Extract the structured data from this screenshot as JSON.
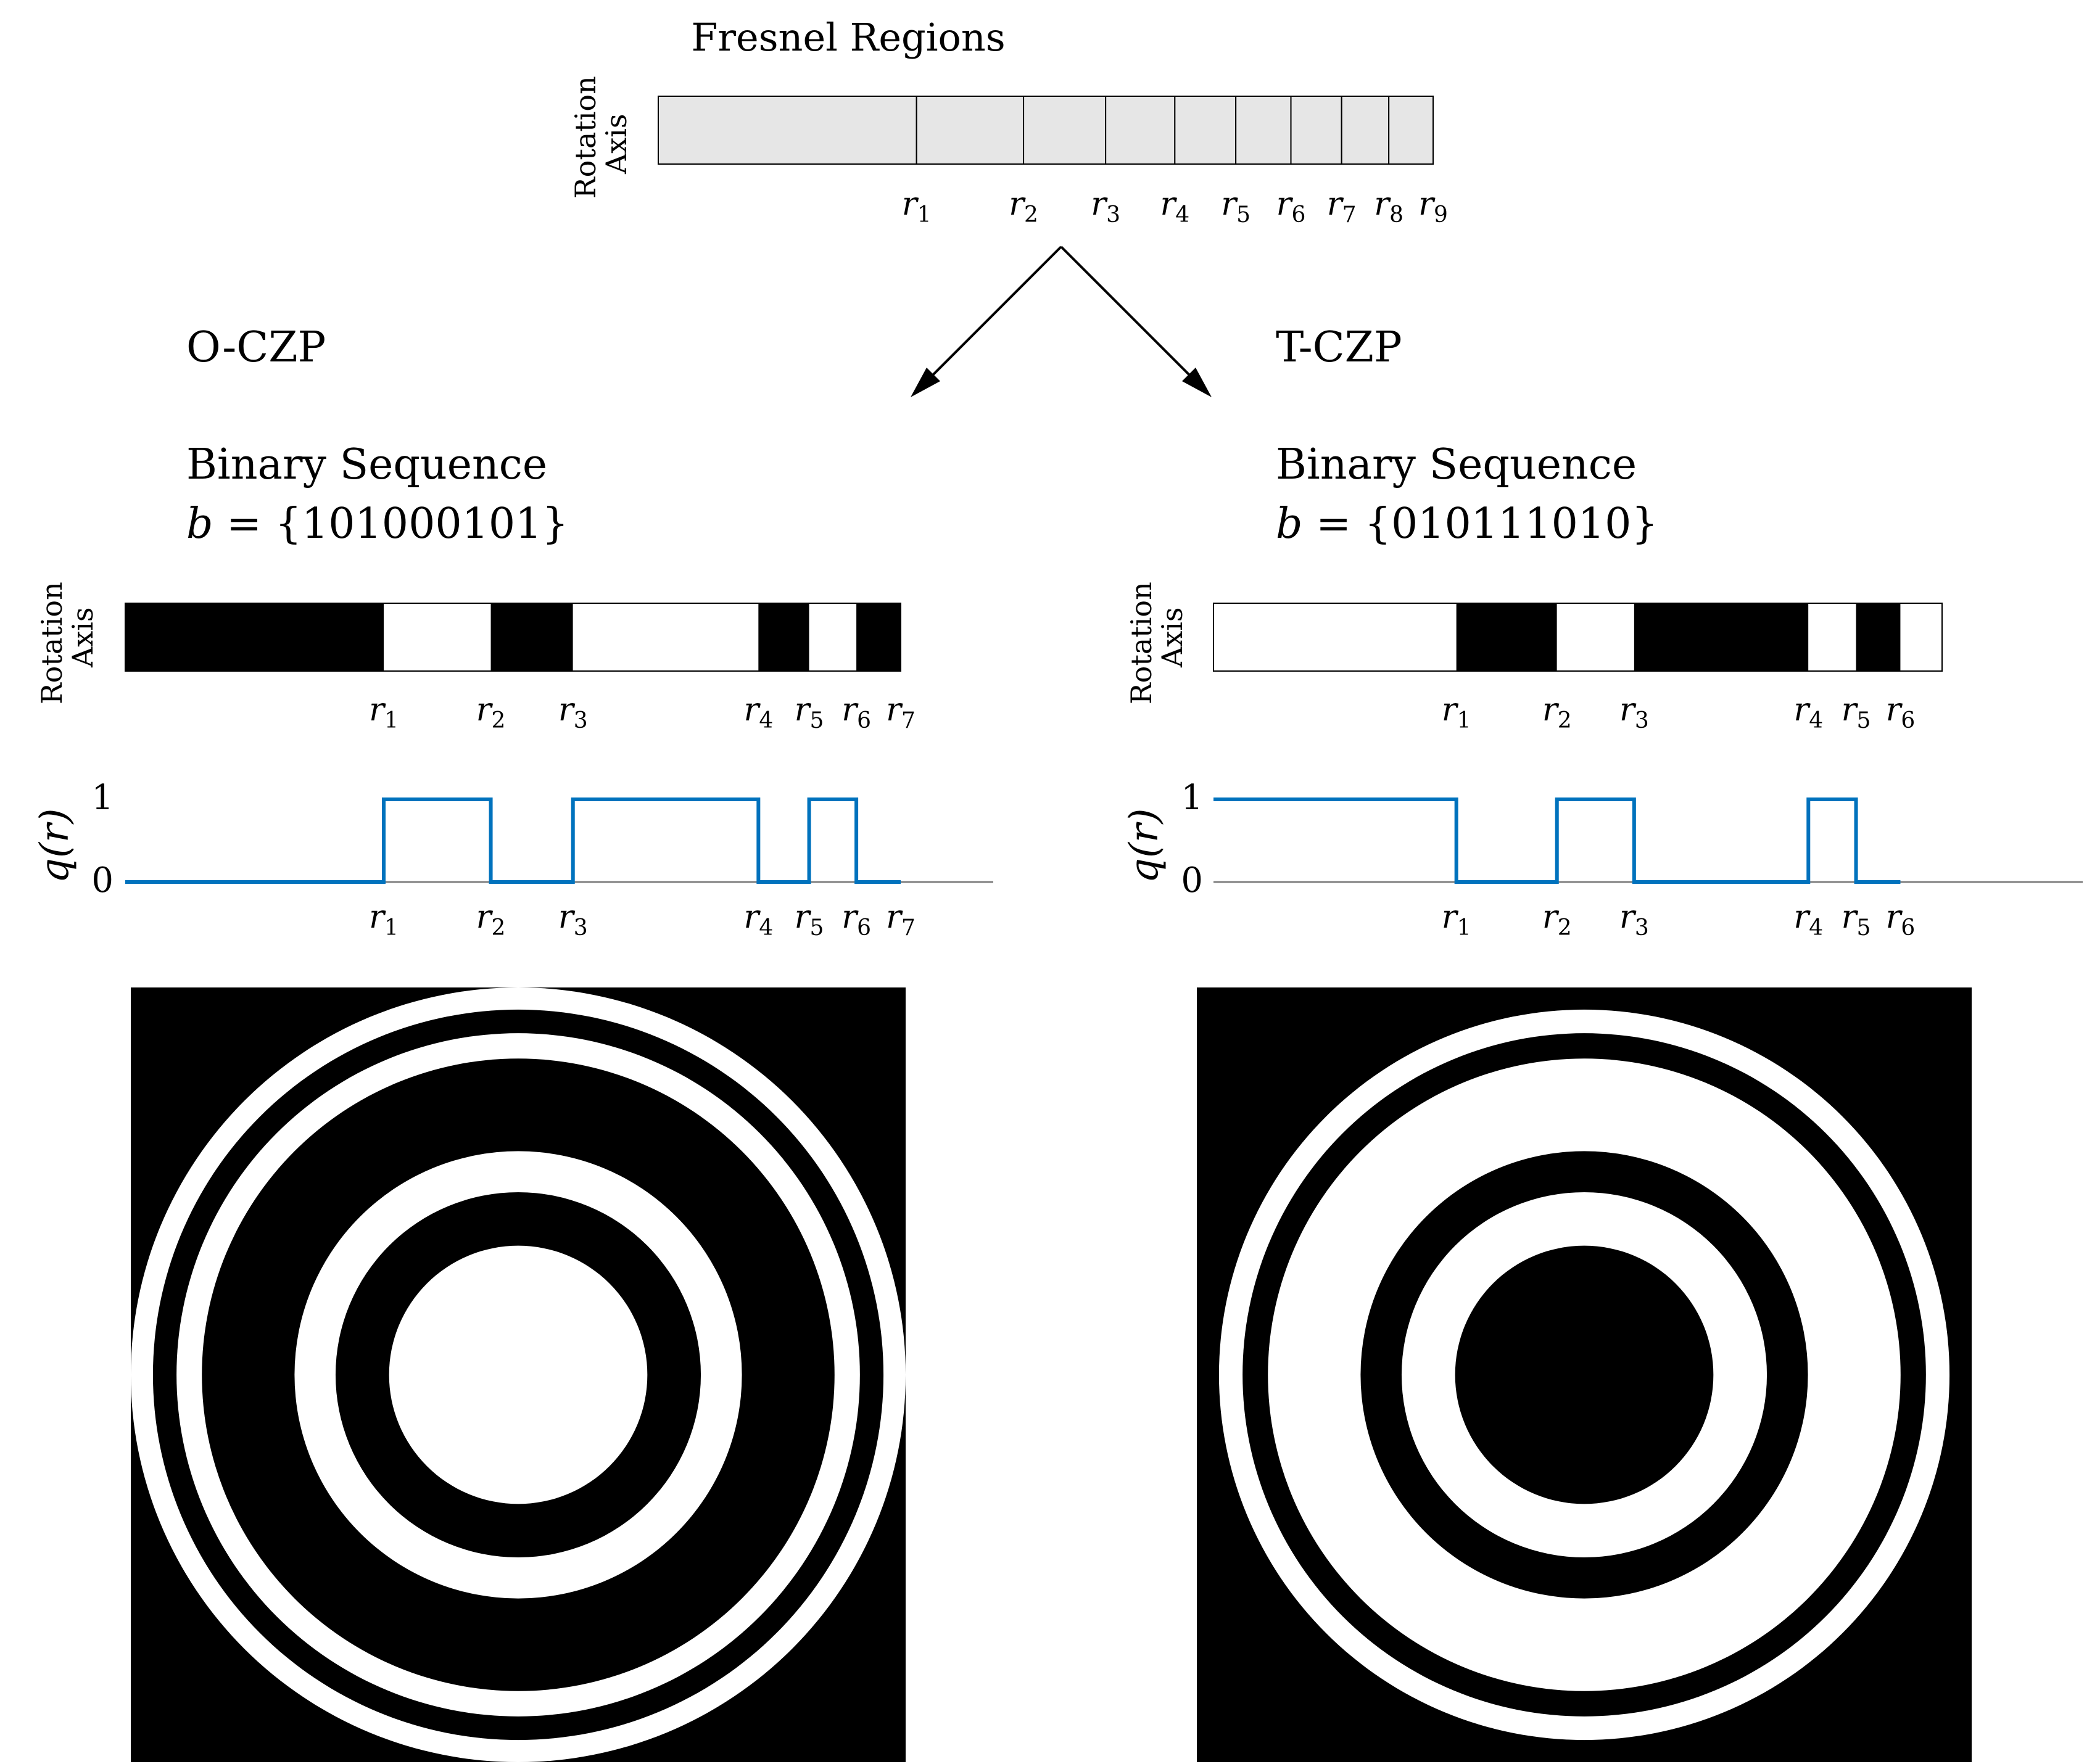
{
  "top": {
    "title": "Fresnel Regions",
    "axis_label_line1": "Rotation",
    "axis_label_line2": "Axis",
    "radius_labels": [
      "r",
      "r",
      "r",
      "r",
      "r",
      "r",
      "r",
      "r",
      "r"
    ],
    "radius_subscripts": [
      "1",
      "2",
      "3",
      "4",
      "5",
      "6",
      "7",
      "8",
      "9"
    ]
  },
  "left": {
    "name": "O-CZP",
    "sequence_heading": "Binary Sequence",
    "sequence_prefix": "b",
    "sequence_equals": " = ",
    "sequence_value": "{101000101}",
    "bits": [
      1,
      0,
      1,
      0,
      0,
      0,
      1,
      0,
      1
    ],
    "axis_label_line1": "Rotation",
    "axis_label_line2": "Axis",
    "radius_subscripts": [
      "1",
      "2",
      "3",
      "4",
      "5",
      "6",
      "7"
    ],
    "plot": {
      "ylabel": "q(r)",
      "y_ticks": [
        "0",
        "1"
      ],
      "segments": [
        0,
        1,
        0,
        1,
        0,
        1,
        0
      ],
      "line_color": "#0072BD"
    }
  },
  "right": {
    "name": "T-CZP",
    "sequence_heading": "Binary Sequence",
    "sequence_prefix": "b",
    "sequence_equals": " = ",
    "sequence_value": "{010111010}",
    "bits": [
      0,
      1,
      0,
      1,
      1,
      1,
      0,
      1,
      0
    ],
    "axis_label_line1": "Rotation",
    "axis_label_line2": "Axis",
    "radius_subscripts": [
      "1",
      "2",
      "3",
      "4",
      "5",
      "6"
    ],
    "plot": {
      "ylabel": "q(r)",
      "y_ticks": [
        "0",
        "1"
      ],
      "segments": [
        1,
        0,
        1,
        0,
        1,
        0
      ],
      "line_color": "#0072BD"
    }
  },
  "colors": {
    "region_fill": "#e6e6e6",
    "black": "#000000",
    "white": "#ffffff",
    "axis_line": "#808080"
  }
}
